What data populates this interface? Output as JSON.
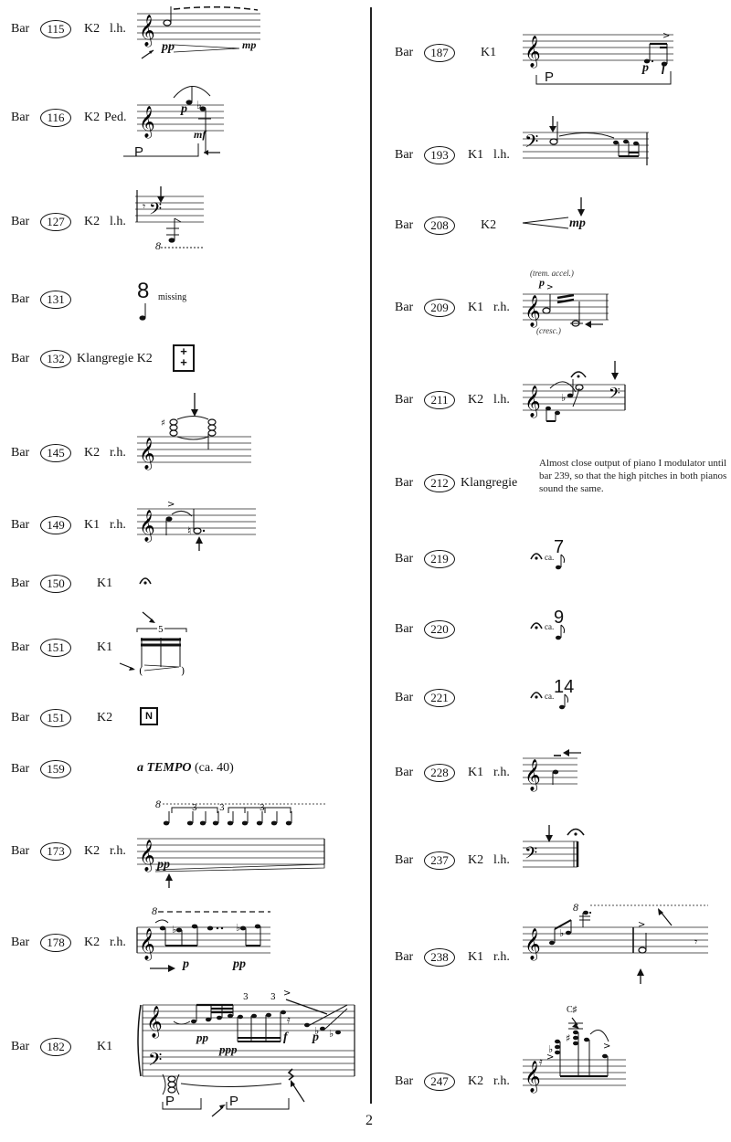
{
  "page_number": "2",
  "bar_word": "Bar",
  "left_column": [
    {
      "bar": "115",
      "instrument": "K2",
      "part": "l.h."
    },
    {
      "bar": "116",
      "instrument": "K2",
      "part": "Ped."
    },
    {
      "bar": "127",
      "instrument": "K2",
      "part": "l.h."
    },
    {
      "bar": "131",
      "instrument": "",
      "part": ""
    },
    {
      "bar": "132",
      "instrument": "Klangregie K2",
      "part": ""
    },
    {
      "bar": "145",
      "instrument": "K2",
      "part": "r.h."
    },
    {
      "bar": "149",
      "instrument": "K1",
      "part": "r.h."
    },
    {
      "bar": "150",
      "instrument": "K1",
      "part": ""
    },
    {
      "bar": "151",
      "instrument": "K1",
      "part": ""
    },
    {
      "bar": "151",
      "instrument": "K2",
      "part": ""
    },
    {
      "bar": "159",
      "instrument": "",
      "part": ""
    },
    {
      "bar": "173",
      "instrument": "K2",
      "part": "r.h."
    },
    {
      "bar": "178",
      "instrument": "K2",
      "part": "r.h."
    },
    {
      "bar": "182",
      "instrument": "K1",
      "part": ""
    }
  ],
  "right_column": [
    {
      "bar": "187",
      "instrument": "K1",
      "part": ""
    },
    {
      "bar": "193",
      "instrument": "K1",
      "part": "l.h."
    },
    {
      "bar": "208",
      "instrument": "K2",
      "part": ""
    },
    {
      "bar": "209",
      "instrument": "K1",
      "part": "r.h."
    },
    {
      "bar": "211",
      "instrument": "K2",
      "part": "l.h."
    },
    {
      "bar": "212",
      "instrument": "Klangregie",
      "part": ""
    },
    {
      "bar": "219",
      "instrument": "",
      "part": ""
    },
    {
      "bar": "220",
      "instrument": "",
      "part": ""
    },
    {
      "bar": "221",
      "instrument": "",
      "part": ""
    },
    {
      "bar": "228",
      "instrument": "K1",
      "part": "r.h."
    },
    {
      "bar": "237",
      "instrument": "K2",
      "part": "l.h."
    },
    {
      "bar": "238",
      "instrument": "K1",
      "part": "r.h."
    },
    {
      "bar": "247",
      "instrument": "K2",
      "part": "r.h."
    }
  ],
  "annotations": {
    "missing": "missing",
    "tempo_marking": "a TEMPO",
    "tempo_value": "(ca. 40)",
    "klangregie_note": "Almost close output of piano I modulator until bar 239, so that the high pitches in both pianos sound the same.",
    "trem_accel": "(trem. accel.)",
    "cresc": "(cresc.)",
    "ped_letter": "P",
    "box_n": "N",
    "ca_label": "ca.",
    "ca_219": "7",
    "ca_220": "9",
    "ca_221": "14",
    "eight": "8",
    "c_sharp": "C♯"
  },
  "dynamics": {
    "pp": "pp",
    "mp": "mp",
    "p": "p",
    "mf": "mf",
    "f": "f",
    "ppp": "ppp"
  }
}
